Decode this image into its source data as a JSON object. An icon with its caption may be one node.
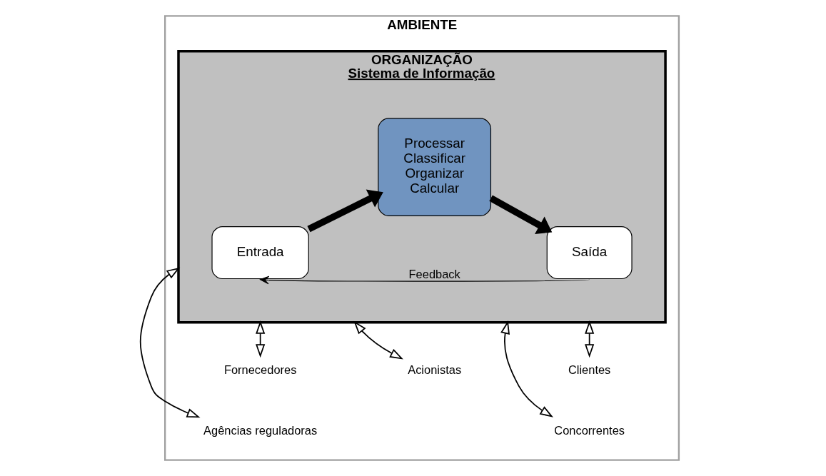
{
  "diagram": {
    "nodes": [
      {
        "text": [
          "AMBIENTE"
        ]
      },
      {
        "text": [
          "ORGANIZAÇÃO",
          "Sistema de Informação"
        ],
        "in": 0
      },
      {
        "text": [
          "Entrada"
        ],
        "in": 1
      },
      {
        "text": [
          "Processar",
          "Classificar",
          "Organizar",
          "Calcular"
        ],
        "in": 1
      },
      {
        "text": [
          "Saída"
        ],
        "in": 1
      },
      {
        "text": [
          "Fornecedores"
        ],
        "in": 0
      },
      {
        "text": [
          "Clientes"
        ],
        "in": 0
      },
      {
        "text": [
          "Agências reguladoras"
        ],
        "in": 0
      },
      {
        "text": [
          "Acionistas"
        ],
        "in": 0
      },
      {
        "text": [
          "Concorrentes"
        ],
        "in": 0
      }
    ],
    "edges": [
      {
        "from": 5,
        "to": 1,
        "arrow": "both"
      },
      {
        "from": 6,
        "to": 1,
        "arrow": "both"
      },
      {
        "from": 2,
        "to": 3,
        "arrow": "to",
        "style": "thick"
      },
      {
        "from": 3,
        "to": 4,
        "arrow": "to",
        "style": "thick"
      },
      {
        "from": 4,
        "to": 2,
        "arrow": "to",
        "label": "Feedback"
      },
      {
        "from": 7,
        "to": 1,
        "arrow": "both"
      },
      {
        "from": 8,
        "to": 1,
        "arrow": "both"
      },
      {
        "from": 9,
        "to": 1,
        "arrow": "both"
      }
    ]
  }
}
